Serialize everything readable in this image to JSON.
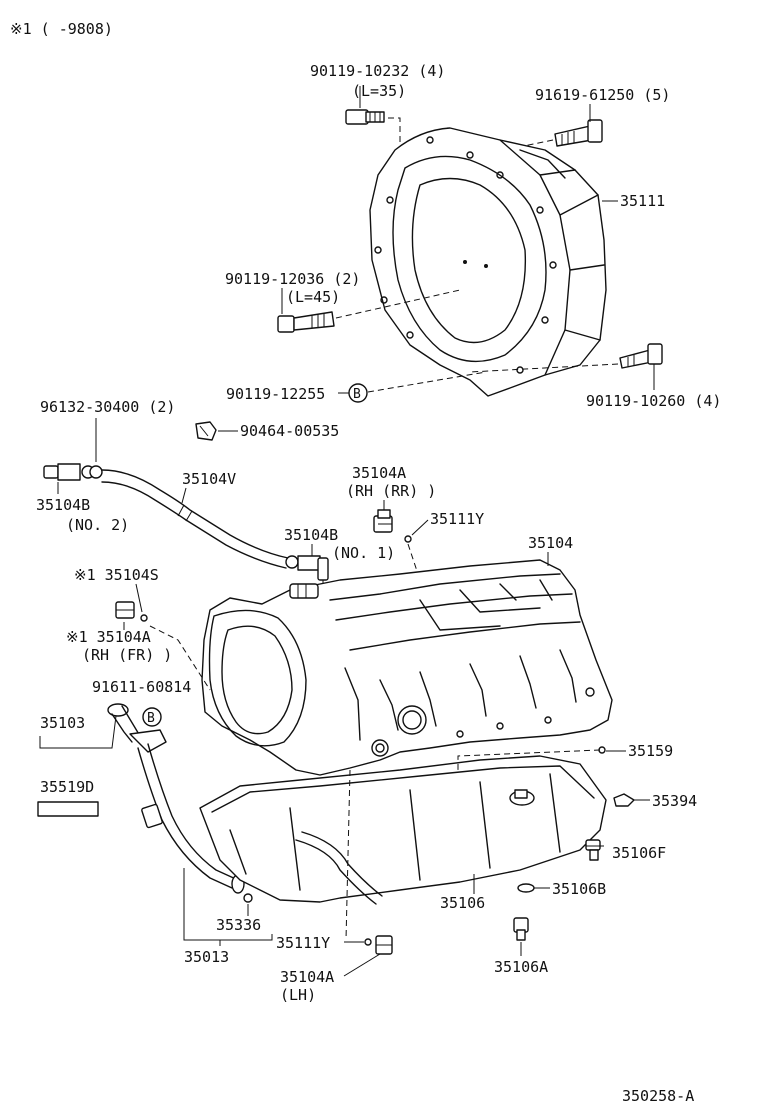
{
  "header": {
    "note": "※1 (    -9808)"
  },
  "footer": {
    "diagram_code": "350258-A"
  },
  "labels": {
    "bolt_90119_10232": "90119-10232 (4)",
    "bolt_90119_10232_len": "(L=35)",
    "bolt_91619_61250": "91619-61250 (5)",
    "housing_35111": "35111",
    "bolt_90119_12036": "90119-12036 (2)",
    "bolt_90119_12036_len": "(L=45)",
    "bolt_90119_12255": "90119-12255",
    "callout_b": "B",
    "bolt_90119_10260": "90119-10260 (4)",
    "clamp_96132_30400": "96132-30400 (2)",
    "clip_90464_00535": "90464-00535",
    "union_35104B_no2": "35104B",
    "union_35104B_no2_sub": "(NO. 2)",
    "hose_35104V": "35104V",
    "plug_35104A_rr": "35104A",
    "plug_35104A_rr_sub": "(RH (RR) )",
    "oring_35111Y_top": "35111Y",
    "union_35104B_no1": "35104B",
    "union_35104B_no1_sub": "(NO. 1)",
    "case_35104": "35104",
    "plug_35104S": "※1 35104S",
    "plug_35104A_fr": "※1 35104A",
    "plug_35104A_fr_sub": "(RH (FR) )",
    "bolt_91611_60814": "91611-60814",
    "gauge_35103": "35103",
    "gauge_35519D": "35519D",
    "gasket_35159": "35159",
    "gasket_35394": "35394",
    "plug_35106F": "35106F",
    "gasket_35106B": "35106B",
    "pan_35106": "35106",
    "oring_35336": "35336",
    "tube_35013": "35013",
    "oring_35111Y_bottom": "35111Y",
    "plug_35104A_lh": "35104A",
    "plug_35104A_lh_sub": "(LH)",
    "plug_35106A": "35106A"
  }
}
